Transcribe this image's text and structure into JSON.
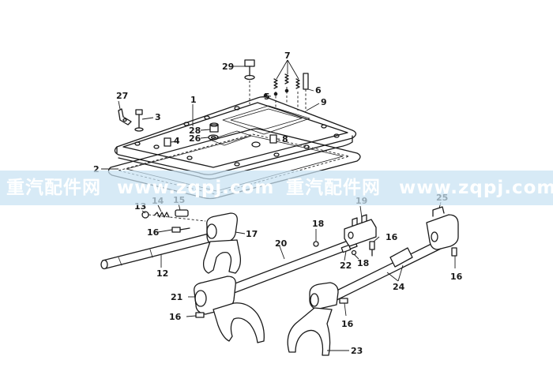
{
  "diagram": {
    "callouts": {
      "c1": "1",
      "c2": "2",
      "c3": "3",
      "c4": "4",
      "c5": "5",
      "c6": "6",
      "c7": "7",
      "c8": "8",
      "c9": "9",
      "c12": "12",
      "c13": "13",
      "c14": "14",
      "c15": "15",
      "c16a": "16",
      "c16b": "16",
      "c16c": "16",
      "c16d": "16",
      "c16e": "16",
      "c17": "17",
      "c18a": "18",
      "c18b": "18",
      "c19": "19",
      "c20": "20",
      "c21": "21",
      "c22": "22",
      "c23": "23",
      "c24": "24",
      "c25": "25",
      "c26": "26",
      "c27": "27",
      "c28": "28",
      "c29": "29"
    }
  },
  "watermark": {
    "segments": [
      "重汽配件网",
      "www.zqpj.com",
      "重汽配件网",
      "www.zqpj.com"
    ]
  }
}
